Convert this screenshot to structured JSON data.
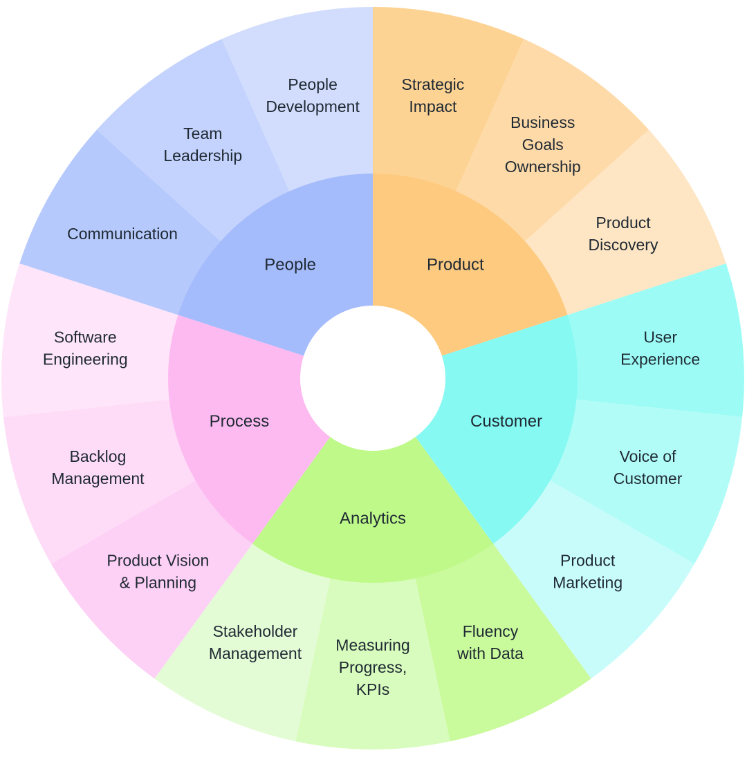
{
  "domains": [
    {
      "name": "Product",
      "color": "#fdca80",
      "skills": [
        {
          "label": [
            "Strategic",
            "Impact"
          ],
          "color": "#fdd394"
        },
        {
          "label": [
            "Business",
            "Goals",
            "Ownership"
          ],
          "color": "#fedaa8"
        },
        {
          "label": [
            "Product",
            "Discovery"
          ],
          "color": "#fee5c3"
        }
      ]
    },
    {
      "name": "Customer",
      "color": "#86f9f2",
      "skills": [
        {
          "label": [
            "User",
            "Experience"
          ],
          "color": "#9cfcf5"
        },
        {
          "label": [
            "Voice of",
            "Customer"
          ],
          "color": "#b1fcf7"
        },
        {
          "label": [
            "Product",
            "Marketing"
          ],
          "color": "#c8fcfa"
        }
      ]
    },
    {
      "name": "Analytics",
      "color": "#bff98a",
      "skills": [
        {
          "label": [
            "Fluency",
            "with Data"
          ],
          "color": "#c9fa9c"
        },
        {
          "label": [
            "Measuring",
            "Progress,",
            "KPIs"
          ],
          "color": "#d8fcbd"
        },
        {
          "label": [
            "Stakeholder",
            "Management"
          ],
          "color": "#e4fcd6"
        }
      ]
    },
    {
      "name": "Process",
      "color": "#fdbaf0",
      "skills": [
        {
          "label": [
            "Product Vision",
            "& Planning"
          ],
          "color": "#fdd0f5"
        },
        {
          "label": [
            "Backlog",
            "Management"
          ],
          "color": "#fedcf7"
        },
        {
          "label": [
            "Software",
            "Engineering"
          ],
          "color": "#fee5f9"
        }
      ]
    },
    {
      "name": "People",
      "color": "#a4bbfc",
      "skills": [
        {
          "label": [
            "Communication"
          ],
          "color": "#b6c9fc"
        },
        {
          "label": [
            "Team",
            "Leadership"
          ],
          "color": "#c4d3fd"
        },
        {
          "label": [
            "People",
            "Development"
          ],
          "color": "#d2ddfd"
        }
      ]
    }
  ]
}
